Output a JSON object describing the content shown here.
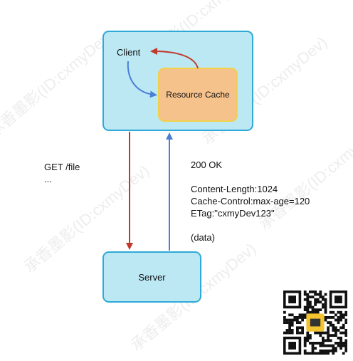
{
  "diagram": {
    "client": {
      "label": "Client"
    },
    "cache": {
      "label": "Resource Cache"
    },
    "server": {
      "label": "Server"
    },
    "request": {
      "line1": "GET /file",
      "line2": "..."
    },
    "response": {
      "status": "200 OK",
      "header1": "Content-Length:1024",
      "header2": "Cache-Control:max-age=120",
      "header3": "ETag:\"cxmyDev123\"",
      "body": "(data)"
    }
  },
  "watermark": {
    "text": "承香墨影(ID:cxmyDev)"
  },
  "colors": {
    "request_arrow": "#c0392b",
    "response_arrow": "#4a7fd6",
    "box_fill": "#bce8f4",
    "box_border": "#2fa9d8",
    "cache_fill": "#f6c28c",
    "cache_border": "#f2d04a"
  },
  "icons": {
    "qr": "qr-code-icon"
  }
}
